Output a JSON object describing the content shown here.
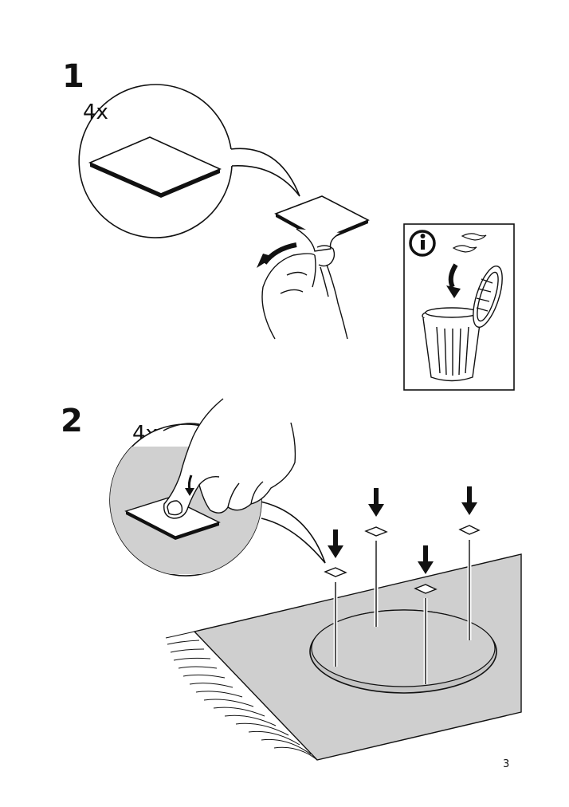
{
  "page": {
    "number": "3"
  },
  "steps": [
    {
      "number": "1",
      "quantity": "4x"
    },
    {
      "number": "2",
      "quantity": "4x"
    }
  ],
  "icons": {
    "info": "info-icon",
    "trash": "trash-bin-icon",
    "arrow": "arrow-down-icon"
  },
  "colors": {
    "ink": "#111111",
    "rug": "#cfcfcf",
    "rug_circle": "#c4c4c4",
    "zoom_bg": "#d0d0d0"
  }
}
